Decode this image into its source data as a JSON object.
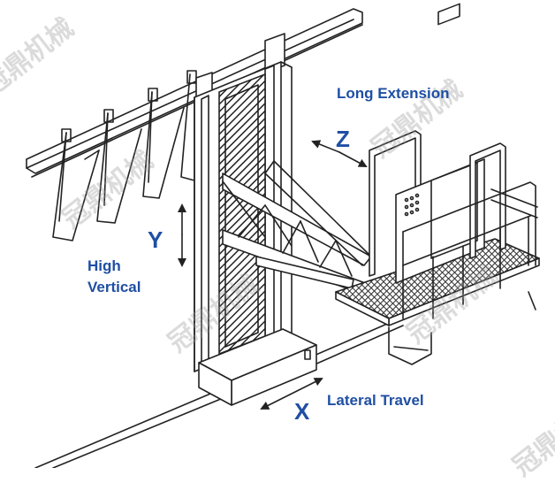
{
  "labels": {
    "z_axis": "Z",
    "z_caption": "Long Extension",
    "y_axis": "Y",
    "y_caption_line1": "High",
    "y_caption_line2": "Vertical",
    "x_axis": "X",
    "x_caption": "Lateral Travel"
  },
  "watermark": "冠鼎机械",
  "colors": {
    "label": "#1f4fa3",
    "line": "#222222"
  }
}
